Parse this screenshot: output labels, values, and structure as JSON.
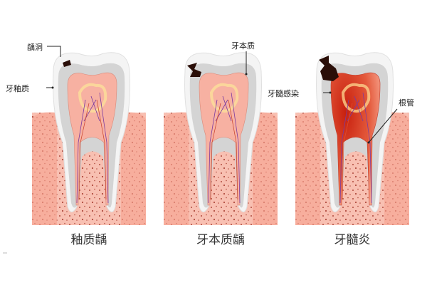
{
  "panels": [
    {
      "caption": "釉质龋",
      "labels": {
        "caries": "龋洞",
        "enamel": "牙釉质"
      }
    },
    {
      "caption": "牙本质龋",
      "labels": {
        "dentin": "牙本质"
      }
    },
    {
      "caption": "牙髓炎",
      "labels": {
        "pulp_infection": "牙髓感染",
        "root_canal": "根管"
      }
    }
  ],
  "colors": {
    "gum": "#f6a190",
    "bone": "#f8c0b2",
    "bone_dots": "#b04b3e",
    "enamel": "#f4f4f4",
    "dentin": "#d4d4d4",
    "pulp": "#f7b1a2",
    "pulp_inflamed": "#d9341c",
    "caries": "#2a0e08",
    "nerve_glow": "#fbe09a"
  }
}
